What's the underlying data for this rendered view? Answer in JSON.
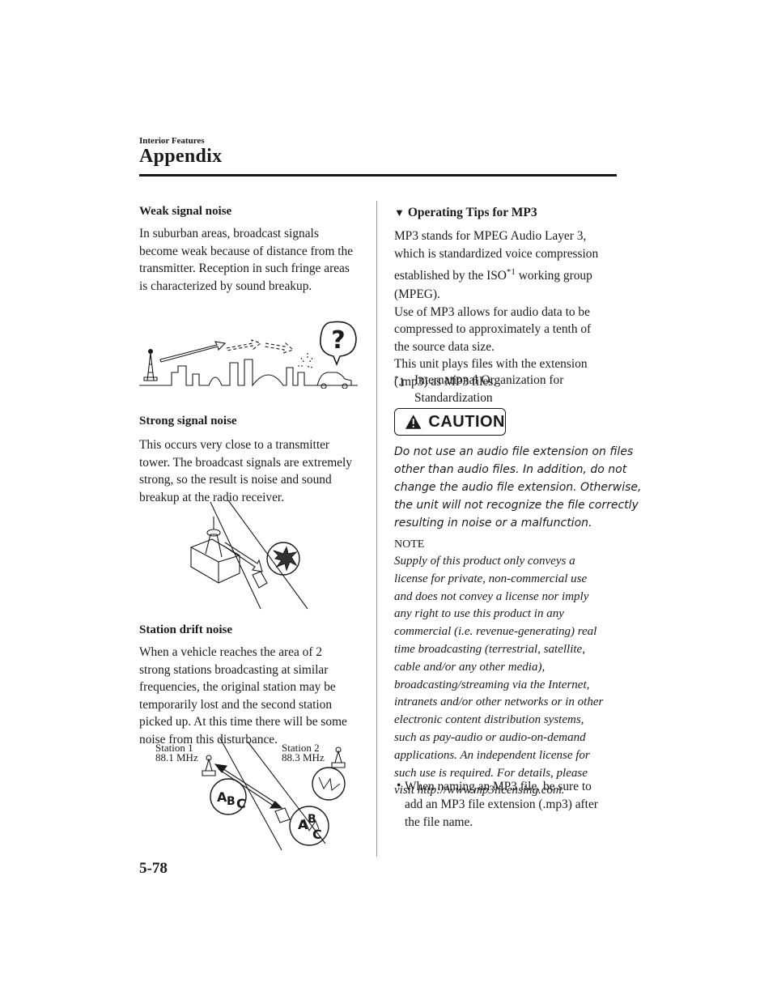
{
  "header": {
    "section": "Interior Features",
    "chapter": "Appendix"
  },
  "left": {
    "weak": {
      "heading": "Weak signal noise",
      "lines": [
        "In suburban areas, broadcast signals",
        "become weak because of distance from the",
        "transmitter. Reception in such fringe areas",
        "is characterized by sound breakup."
      ]
    },
    "strong": {
      "heading": "Strong signal noise",
      "lines": [
        "This occurs very close to a transmitter",
        "tower. The broadcast signals are extremely",
        "strong, so the result is noise and sound",
        "breakup at the radio receiver."
      ]
    },
    "drift": {
      "heading": "Station drift noise",
      "lines": [
        "When a vehicle reaches the area of 2",
        "strong stations broadcasting at similar",
        "frequencies, the original station may be",
        "temporarily lost and the second station",
        "picked up. At this time there will be some",
        "noise from this disturbance."
      ],
      "station1_name": "Station 1",
      "station1_freq": "88.1 MHz",
      "station2_name": "Station 2",
      "station2_freq": "88.3 MHz"
    }
  },
  "right": {
    "mp3": {
      "marker": "▼",
      "heading": "Operating Tips for MP3",
      "l1": "MP3 stands for MPEG Audio Layer 3,",
      "l2": "which is standardized voice compression",
      "l3a": "established by the ISO",
      "l3sup": "*1",
      "l3b": " working group",
      "l4": "(MPEG).",
      "l5": "Use of MP3 allows for audio data to be",
      "l6": "compressed to approximately a tenth of",
      "l7": "the source data size.",
      "l8": "This unit plays files with the extension",
      "l9": "(.mp3) as MP3 files.",
      "fn_mark": "*",
      "fn_num": "1",
      "fn_line1": "International Organization for",
      "fn_line2": "Standardization"
    },
    "caution": {
      "label": "CAUTION",
      "lines": [
        "Do not use an audio file extension on files",
        "other than audio files. In addition, do not",
        "change the audio file extension. Otherwise,",
        "the unit will not recognize the file correctly",
        "resulting in noise or a malfunction."
      ]
    },
    "note": {
      "heading": "NOTE",
      "lines": [
        "Supply of this product only conveys a",
        "license for private, non-commercial use",
        "and does not convey a license nor imply",
        "any right to use this product in any",
        "commercial (i.e. revenue-generating) real",
        "time broadcasting (terrestrial, satellite,",
        "cable and/or any other media),",
        "broadcasting/streaming via the Internet,",
        "intranets and/or other networks or in other",
        "electronic content distribution systems,",
        "such as pay-audio or audio-on-demand",
        "applications. An independent license for",
        "such use is required. For details, please",
        "visit http://www.mp3licensing.com."
      ],
      "bullet_marker": "•",
      "bullet_lines": [
        "When naming an MP3 file, be sure to",
        "add an MP3 file extension (.mp3) after",
        "the file name."
      ]
    }
  },
  "footer": {
    "page_number": "5-78"
  }
}
